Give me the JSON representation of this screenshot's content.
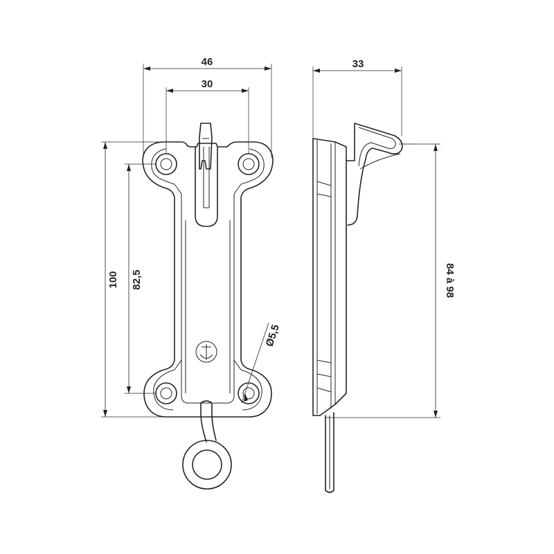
{
  "dimensions": {
    "overall_width": "46",
    "hole_spacing_width": "30",
    "side_depth": "33",
    "overall_height": "100",
    "hole_spacing_height": "82,5",
    "hole_diameter": "Ø5,5",
    "adjustable_range": "84 à 98"
  },
  "logo": {
    "icon": "anchor-icon"
  },
  "colors": {
    "line": "#222222",
    "background": "#ffffff"
  }
}
